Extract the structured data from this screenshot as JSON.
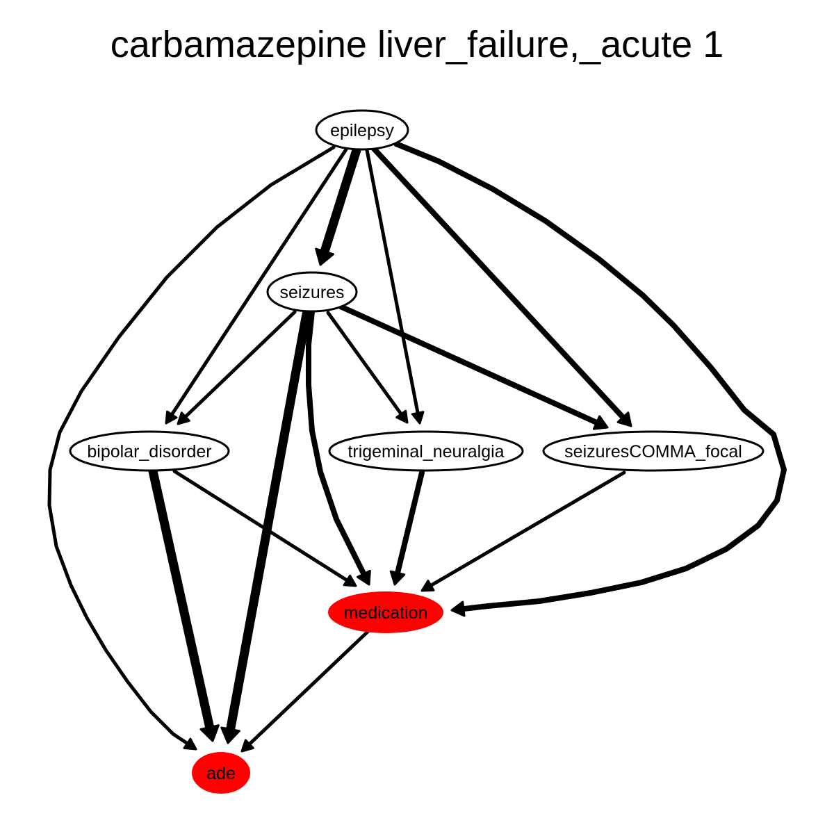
{
  "title": "carbamazepine liver_failure,_acute 1",
  "nodes": [
    {
      "id": "epilepsy",
      "label": "epilepsy",
      "fill": "#ffffff"
    },
    {
      "id": "seizures",
      "label": "seizures",
      "fill": "#ffffff"
    },
    {
      "id": "bipolar_disorder",
      "label": "bipolar_disorder",
      "fill": "#ffffff"
    },
    {
      "id": "trigeminal_neuralgia",
      "label": "trigeminal_neuralgia",
      "fill": "#ffffff"
    },
    {
      "id": "seizuresCOMMA_focal",
      "label": "seizuresCOMMA_focal",
      "fill": "#ffffff"
    },
    {
      "id": "medication",
      "label": "medication",
      "fill": "#ff0000"
    },
    {
      "id": "ade",
      "label": "ade",
      "fill": "#ff0000"
    }
  ],
  "edges": [
    {
      "from": "epilepsy",
      "to": "seizures",
      "weight": "heavy"
    },
    {
      "from": "epilepsy",
      "to": "bipolar_disorder",
      "weight": "light"
    },
    {
      "from": "epilepsy",
      "to": "trigeminal_neuralgia",
      "weight": "light"
    },
    {
      "from": "epilepsy",
      "to": "seizuresCOMMA_focal",
      "weight": "medium"
    },
    {
      "from": "epilepsy",
      "to": "ade",
      "weight": "light"
    },
    {
      "from": "epilepsy",
      "to": "medication",
      "weight": "medium"
    },
    {
      "from": "seizures",
      "to": "bipolar_disorder",
      "weight": "light"
    },
    {
      "from": "seizures",
      "to": "trigeminal_neuralgia",
      "weight": "light"
    },
    {
      "from": "seizures",
      "to": "seizuresCOMMA_focal",
      "weight": "medium"
    },
    {
      "from": "seizures",
      "to": "medication",
      "weight": "medium"
    },
    {
      "from": "seizures",
      "to": "ade",
      "weight": "heavy"
    },
    {
      "from": "bipolar_disorder",
      "to": "ade",
      "weight": "heavy"
    },
    {
      "from": "bipolar_disorder",
      "to": "medication",
      "weight": "light"
    },
    {
      "from": "trigeminal_neuralgia",
      "to": "medication",
      "weight": "medium"
    },
    {
      "from": "seizuresCOMMA_focal",
      "to": "medication",
      "weight": "light"
    },
    {
      "from": "medication",
      "to": "ade",
      "weight": "light"
    }
  ]
}
